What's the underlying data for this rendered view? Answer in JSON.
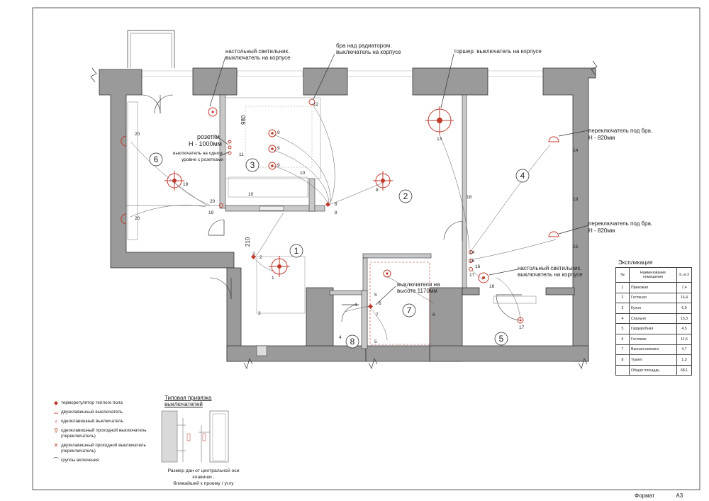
{
  "rooms": [
    "1",
    "2",
    "3",
    "4",
    "5",
    "6",
    "7",
    "8"
  ],
  "annotations": {
    "table_lamp_1": "настольный светильник.",
    "table_lamp_1b": "выключатель на корпусе",
    "sconce_radiator_1": "бра над радиатором.",
    "sconce_radiator_2": "выключатель на корпусе",
    "floor_lamp": "торшер. выключатель на корпусе",
    "sockets_1": "розетки",
    "sockets_2": "Н - 1000мм",
    "switch_level_1": "выключатель на одном",
    "switch_level_2": "уровне с розетками",
    "sconce_switch_a1": "переключатель под бра.",
    "sconce_switch_a2": "Н - 820мм",
    "sconce_switch_b1": "переключатель под бра.",
    "sconce_switch_b2": "Н - 820мм",
    "switches_height_1": "выключатели на",
    "switches_height_2": "высоте 1170мм",
    "table_lamp_2": "настольный светильник.",
    "table_lamp_2b": "выключатель на корпусе",
    "dim_980": "980",
    "dim_210": "210"
  },
  "point_labels": [
    "20",
    "19",
    "20",
    "19",
    "20",
    "11",
    "10",
    "9",
    "9",
    "9",
    "10",
    "8",
    "8",
    "12",
    "13",
    "14",
    "18",
    "18",
    "14",
    "15",
    "15",
    "16",
    "17",
    "17",
    "16",
    "3",
    "2",
    "1",
    "3",
    "4",
    "5",
    "6",
    "7",
    "6",
    "5",
    "4",
    "8"
  ],
  "explication": {
    "title": "Экспликация",
    "headers": [
      "№",
      "Наименование помещения",
      "S, м 2"
    ],
    "rows": [
      [
        "1",
        "Прихожая",
        "7,4"
      ],
      [
        "2",
        "Гостиная",
        "16,4"
      ],
      [
        "3",
        "Кухня",
        "6,9"
      ],
      [
        "4",
        "Спальня",
        "15,3"
      ],
      [
        "5",
        "Гардеробная",
        "4,5"
      ],
      [
        "6",
        "Гостевая",
        "11,6"
      ],
      [
        "7",
        "Ванная комната",
        "4,7"
      ],
      [
        "8",
        "Туалет",
        "1,3"
      ]
    ],
    "total_label": "Общая площадь",
    "total_value": "68,1"
  },
  "legend": [
    {
      "icon": "thermostat-icon",
      "label": "терморегулятор теплого пола",
      "color": "#c0392b"
    },
    {
      "icon": "double-switch-icon",
      "label": "двухклавишный выключатель",
      "color": "#c0392b"
    },
    {
      "icon": "single-switch-icon",
      "label": "одноклавишный выключатель",
      "color": "#c0392b"
    },
    {
      "icon": "single-pass-switch-icon",
      "label": "одноклавишный проходной выключатель (переключатель)",
      "color": "#c0392b"
    },
    {
      "icon": "double-pass-switch-icon",
      "label": "двухклавишный проходной выключатель (переключатель)",
      "color": "#c0392b"
    },
    {
      "icon": "group-line-icon",
      "label": "группы включения",
      "color": "#444444"
    }
  ],
  "typical": {
    "title_1": "Типовая привязка",
    "title_2": "выключателей",
    "note_1": "Размер дан от центральной оси клавиши ,",
    "note_2": "ближайшей к проему / углу"
  },
  "footer": {
    "format_label": "Формат",
    "format_value": "А3"
  }
}
